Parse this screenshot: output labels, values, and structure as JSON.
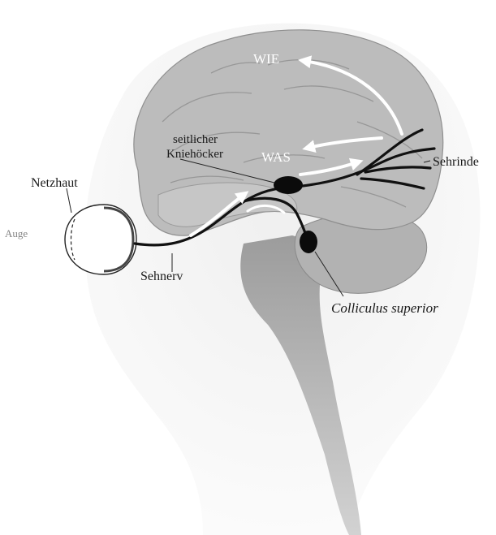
{
  "labels": {
    "wie": "WIE",
    "was": "WAS",
    "netzhaut": "Netzhaut",
    "auge": "Auge",
    "seitlicher_1": "seitlicher",
    "seitlicher_2": "Kniehöcker",
    "sehrinde": "Sehrinde",
    "sehnerv": "Sehnerv",
    "colliculus": "Colliculus superior"
  },
  "colors": {
    "brain_fill": "#b9b9b9",
    "brainstem_fill": "#a8a8a8",
    "head_shadow": "#e6e6e6",
    "pathway": "#111111",
    "arrow": "#ffffff"
  }
}
